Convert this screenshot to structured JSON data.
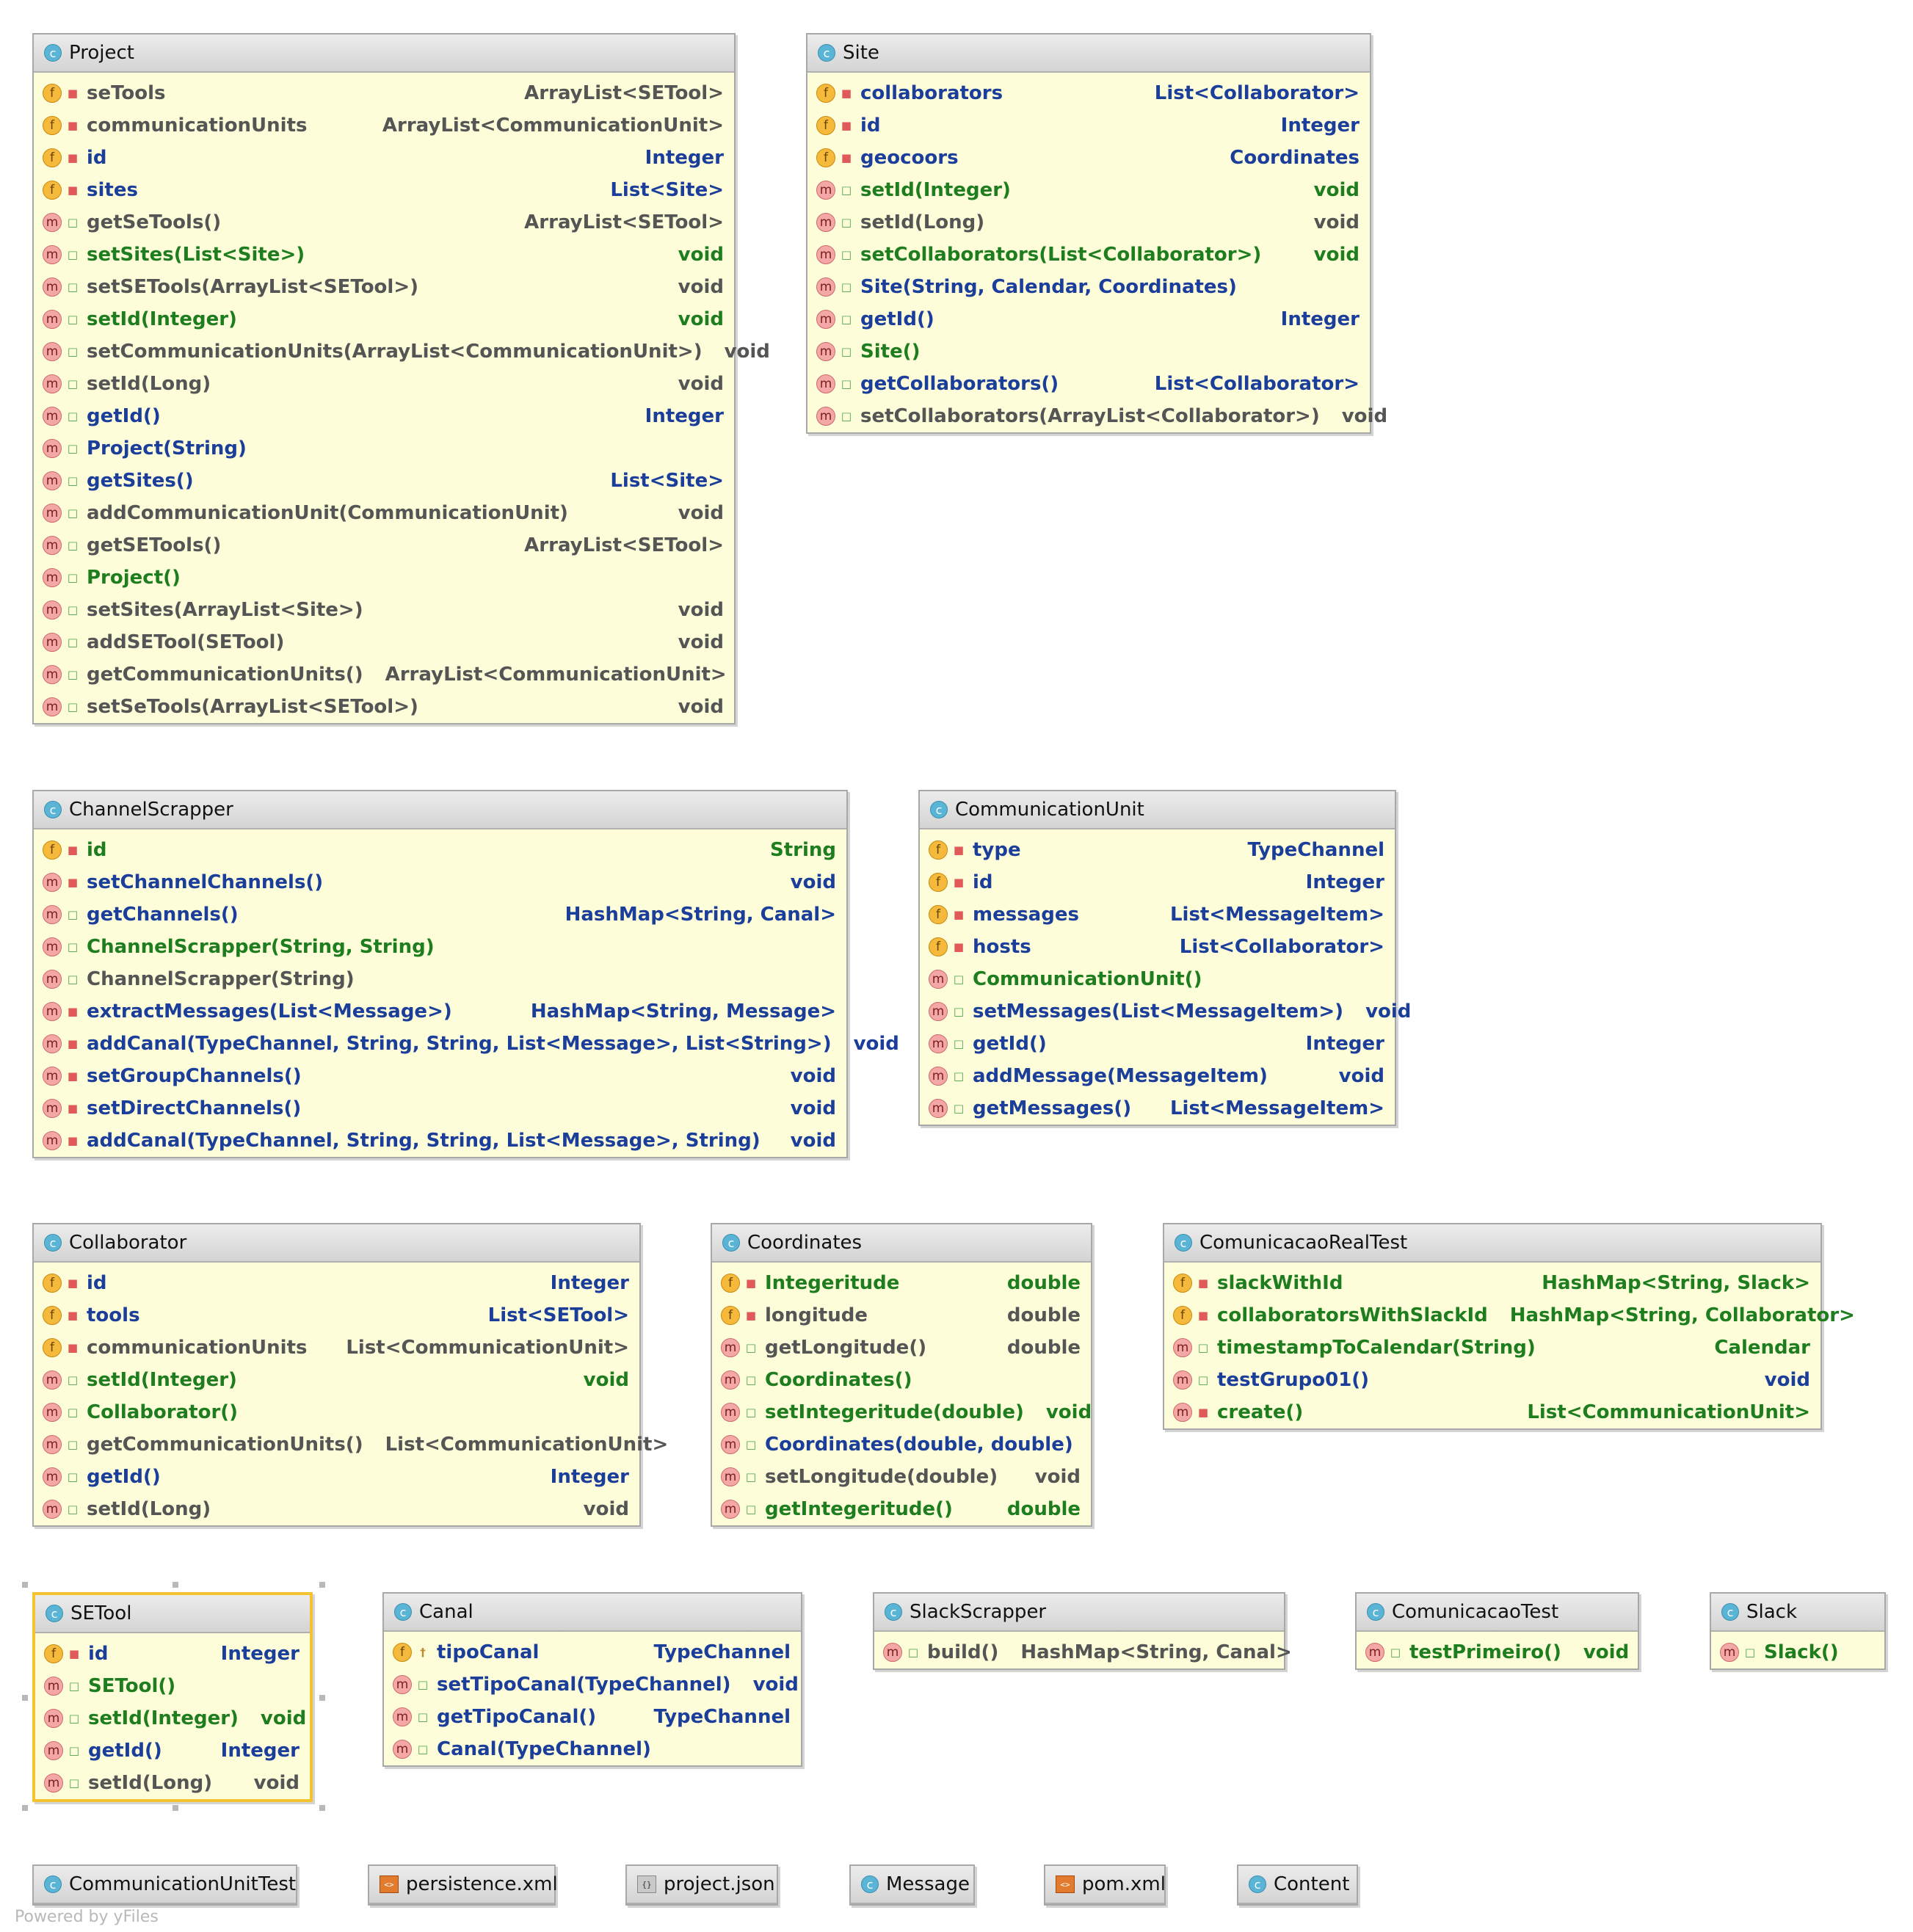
{
  "footer": "Powered by yFiles",
  "nodes": [
    {
      "name": "Project",
      "icon": "class-icon",
      "rows": [
        [
          "f",
          "priv",
          "seTools",
          "ArrayList<SETool>",
          "gray"
        ],
        [
          "f",
          "priv",
          "communicationUnits",
          "ArrayList<CommunicationUnit>",
          "gray"
        ],
        [
          "f",
          "priv",
          "id",
          "Integer",
          "blue"
        ],
        [
          "f",
          "priv",
          "sites",
          "List<Site>",
          "blue"
        ],
        [
          "m",
          "pub",
          "getSeTools()",
          "ArrayList<SETool>",
          "gray"
        ],
        [
          "m",
          "pub",
          "setSites(List<Site>)",
          "void",
          "green"
        ],
        [
          "m",
          "pub",
          "setSETools(ArrayList<SETool>)",
          "void",
          "gray"
        ],
        [
          "m",
          "pub",
          "setId(Integer)",
          "void",
          "green"
        ],
        [
          "m",
          "pub",
          "setCommunicationUnits(ArrayList<CommunicationUnit>)",
          "void",
          "gray"
        ],
        [
          "m",
          "pub",
          "setId(Long)",
          "void",
          "gray"
        ],
        [
          "m",
          "pub",
          "getId()",
          "Integer",
          "blue"
        ],
        [
          "m",
          "pub",
          "Project(String)",
          "",
          "blue"
        ],
        [
          "m",
          "pub",
          "getSites()",
          "List<Site>",
          "blue"
        ],
        [
          "m",
          "pub",
          "addCommunicationUnit(CommunicationUnit)",
          "void",
          "gray"
        ],
        [
          "m",
          "pub",
          "getSETools()",
          "ArrayList<SETool>",
          "gray"
        ],
        [
          "m",
          "pub",
          "Project()",
          "",
          "green"
        ],
        [
          "m",
          "pub",
          "setSites(ArrayList<Site>)",
          "void",
          "gray"
        ],
        [
          "m",
          "pub",
          "addSETool(SETool)",
          "void",
          "gray"
        ],
        [
          "m",
          "pub",
          "getCommunicationUnits()",
          "ArrayList<CommunicationUnit>",
          "gray"
        ],
        [
          "m",
          "pub",
          "setSeTools(ArrayList<SETool>)",
          "void",
          "gray"
        ]
      ]
    },
    {
      "name": "Site",
      "icon": "class-icon",
      "rows": [
        [
          "f",
          "priv",
          "collaborators",
          "List<Collaborator>",
          "blue"
        ],
        [
          "f",
          "priv",
          "id",
          "Integer",
          "blue"
        ],
        [
          "f",
          "priv",
          "geocoors",
          "Coordinates",
          "blue"
        ],
        [
          "m",
          "pub",
          "setId(Integer)",
          "void",
          "green"
        ],
        [
          "m",
          "pub",
          "setId(Long)",
          "void",
          "gray"
        ],
        [
          "m",
          "pub",
          "setCollaborators(List<Collaborator>)",
          "void",
          "green"
        ],
        [
          "m",
          "pub",
          "Site(String, Calendar, Coordinates)",
          "",
          "blue"
        ],
        [
          "m",
          "pub",
          "getId()",
          "Integer",
          "blue"
        ],
        [
          "m",
          "pub",
          "Site()",
          "",
          "green"
        ],
        [
          "m",
          "pub",
          "getCollaborators()",
          "List<Collaborator>",
          "blue"
        ],
        [
          "m",
          "pub",
          "setCollaborators(ArrayList<Collaborator>)",
          "void",
          "gray"
        ]
      ]
    },
    {
      "name": "ChannelScrapper",
      "icon": "class-icon",
      "rows": [
        [
          "f",
          "priv",
          "id",
          "String",
          "green"
        ],
        [
          "m",
          "priv",
          "setChannelChannels()",
          "void",
          "blue"
        ],
        [
          "m",
          "pub",
          "getChannels()",
          "HashMap<String, Canal>",
          "blue"
        ],
        [
          "m",
          "pub",
          "ChannelScrapper(String, String)",
          "",
          "green"
        ],
        [
          "m",
          "pub",
          "ChannelScrapper(String)",
          "",
          "gray"
        ],
        [
          "m",
          "priv",
          "extractMessages(List<Message>)",
          "HashMap<String, Message>",
          "blue"
        ],
        [
          "m",
          "priv",
          "addCanal(TypeChannel, String, String, List<Message>, List<String>)",
          "void",
          "blue"
        ],
        [
          "m",
          "priv",
          "setGroupChannels()",
          "void",
          "blue"
        ],
        [
          "m",
          "priv",
          "setDirectChannels()",
          "void",
          "blue"
        ],
        [
          "m",
          "priv",
          "addCanal(TypeChannel, String, String, List<Message>, String)",
          "void",
          "blue"
        ]
      ]
    },
    {
      "name": "CommunicationUnit",
      "icon": "class-icon",
      "rows": [
        [
          "f",
          "priv",
          "type",
          "TypeChannel",
          "blue"
        ],
        [
          "f",
          "priv",
          "id",
          "Integer",
          "blue"
        ],
        [
          "f",
          "priv",
          "messages",
          "List<MessageItem>",
          "blue"
        ],
        [
          "f",
          "priv",
          "hosts",
          "List<Collaborator>",
          "blue"
        ],
        [
          "m",
          "pub",
          "CommunicationUnit()",
          "",
          "green"
        ],
        [
          "m",
          "pub",
          "setMessages(List<MessageItem>)",
          "void",
          "blue"
        ],
        [
          "m",
          "pub",
          "getId()",
          "Integer",
          "blue"
        ],
        [
          "m",
          "pub",
          "addMessage(MessageItem)",
          "void",
          "blue"
        ],
        [
          "m",
          "pub",
          "getMessages()",
          "List<MessageItem>",
          "blue"
        ]
      ]
    },
    {
      "name": "Collaborator",
      "icon": "class-icon",
      "rows": [
        [
          "f",
          "priv",
          "id",
          "Integer",
          "blue"
        ],
        [
          "f",
          "priv",
          "tools",
          "List<SETool>",
          "blue"
        ],
        [
          "f",
          "priv",
          "communicationUnits",
          "List<CommunicationUnit>",
          "gray"
        ],
        [
          "m",
          "pub",
          "setId(Integer)",
          "void",
          "green"
        ],
        [
          "m",
          "pub",
          "Collaborator()",
          "",
          "green"
        ],
        [
          "m",
          "pub",
          "getCommunicationUnits()",
          "List<CommunicationUnit>",
          "gray"
        ],
        [
          "m",
          "pub",
          "getId()",
          "Integer",
          "blue"
        ],
        [
          "m",
          "pub",
          "setId(Long)",
          "void",
          "gray"
        ]
      ]
    },
    {
      "name": "Coordinates",
      "icon": "class-icon",
      "rows": [
        [
          "f",
          "priv",
          "Integeritude",
          "double",
          "green"
        ],
        [
          "f",
          "priv",
          "longitude",
          "double",
          "gray"
        ],
        [
          "m",
          "pub",
          "getLongitude()",
          "double",
          "gray"
        ],
        [
          "m",
          "pub",
          "Coordinates()",
          "",
          "green"
        ],
        [
          "m",
          "pub",
          "setIntegeritude(double)",
          "void",
          "green"
        ],
        [
          "m",
          "pub",
          "Coordinates(double, double)",
          "",
          "blue"
        ],
        [
          "m",
          "pub",
          "setLongitude(double)",
          "void",
          "gray"
        ],
        [
          "m",
          "pub",
          "getIntegeritude()",
          "double",
          "green"
        ]
      ]
    },
    {
      "name": "ComunicacaoRealTest",
      "icon": "class-icon",
      "rows": [
        [
          "f",
          "priv",
          "slackWithId",
          "HashMap<String, Slack>",
          "green"
        ],
        [
          "f",
          "priv",
          "collaboratorsWithSlackId",
          "HashMap<String, Collaborator>",
          "green"
        ],
        [
          "m",
          "pub",
          "timestampToCalendar(String)",
          "Calendar",
          "green"
        ],
        [
          "m",
          "pub",
          "testGrupo01()",
          "void",
          "blue"
        ],
        [
          "m",
          "priv",
          "create()",
          "List<CommunicationUnit>",
          "green"
        ]
      ]
    },
    {
      "name": "SETool",
      "icon": "class-icon",
      "rows": [
        [
          "f",
          "priv",
          "id",
          "Integer",
          "blue"
        ],
        [
          "m",
          "pub",
          "SETool()",
          "",
          "green"
        ],
        [
          "m",
          "pub",
          "setId(Integer)",
          "void",
          "green"
        ],
        [
          "m",
          "pub",
          "getId()",
          "Integer",
          "blue"
        ],
        [
          "m",
          "pub",
          "setId(Long)",
          "void",
          "gray"
        ]
      ]
    },
    {
      "name": "Canal",
      "icon": "class-icon",
      "rows": [
        [
          "f",
          "pkg",
          "tipoCanal",
          "TypeChannel",
          "blue"
        ],
        [
          "m",
          "pub",
          "setTipoCanal(TypeChannel)",
          "void",
          "blue"
        ],
        [
          "m",
          "pub",
          "getTipoCanal()",
          "TypeChannel",
          "blue"
        ],
        [
          "m",
          "pub",
          "Canal(TypeChannel)",
          "",
          "blue"
        ]
      ]
    },
    {
      "name": "SlackScrapper",
      "icon": "class-icon",
      "rows": [
        [
          "m",
          "pub",
          "build()",
          "HashMap<String, Canal>",
          "gray"
        ]
      ]
    },
    {
      "name": "ComunicacaoTest",
      "icon": "class-icon",
      "rows": [
        [
          "m",
          "pub",
          "testPrimeiro()",
          "void",
          "green"
        ]
      ]
    },
    {
      "name": "Slack",
      "icon": "class-icon",
      "rows": [
        [
          "m",
          "pub",
          "Slack()",
          "",
          "green"
        ]
      ]
    },
    {
      "name": "CommunicationUnitTest",
      "icon": "class-icon",
      "rows": []
    },
    {
      "name": "persistence.xml",
      "icon": "xml-file-icon",
      "rows": []
    },
    {
      "name": "project.json",
      "icon": "json-file-icon",
      "rows": []
    },
    {
      "name": "Message",
      "icon": "class-icon",
      "rows": []
    },
    {
      "name": "pom.xml",
      "icon": "xml-file-icon",
      "rows": []
    },
    {
      "name": "Content",
      "icon": "class-icon",
      "rows": []
    }
  ]
}
